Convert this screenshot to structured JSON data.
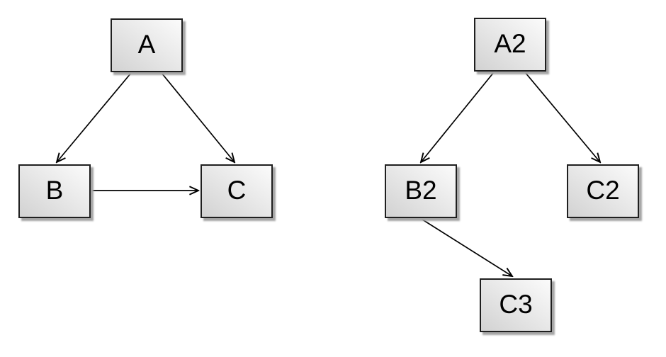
{
  "window": {
    "background": "#ffffff"
  },
  "graphs": [
    {
      "name": "left-graph",
      "nodes": [
        {
          "id": "A",
          "label": "A"
        },
        {
          "id": "B",
          "label": "B"
        },
        {
          "id": "C",
          "label": "C"
        }
      ],
      "edges": [
        {
          "from": "A",
          "to": "B"
        },
        {
          "from": "A",
          "to": "C"
        },
        {
          "from": "B",
          "to": "C"
        }
      ]
    },
    {
      "name": "right-graph",
      "nodes": [
        {
          "id": "A2",
          "label": "A2"
        },
        {
          "id": "B2",
          "label": "B2"
        },
        {
          "id": "C2",
          "label": "C2"
        },
        {
          "id": "C3",
          "label": "C3"
        }
      ],
      "edges": [
        {
          "from": "A2",
          "to": "B2"
        },
        {
          "from": "A2",
          "to": "C2"
        },
        {
          "from": "B2",
          "to": "C3"
        }
      ]
    }
  ],
  "style": {
    "node_fill_light": "#fbfbfb",
    "node_fill_dark": "#d2d2d2",
    "node_border": "#1f1f1f",
    "node_shadow": "#a6a6a6",
    "edge_color": "#000000"
  }
}
